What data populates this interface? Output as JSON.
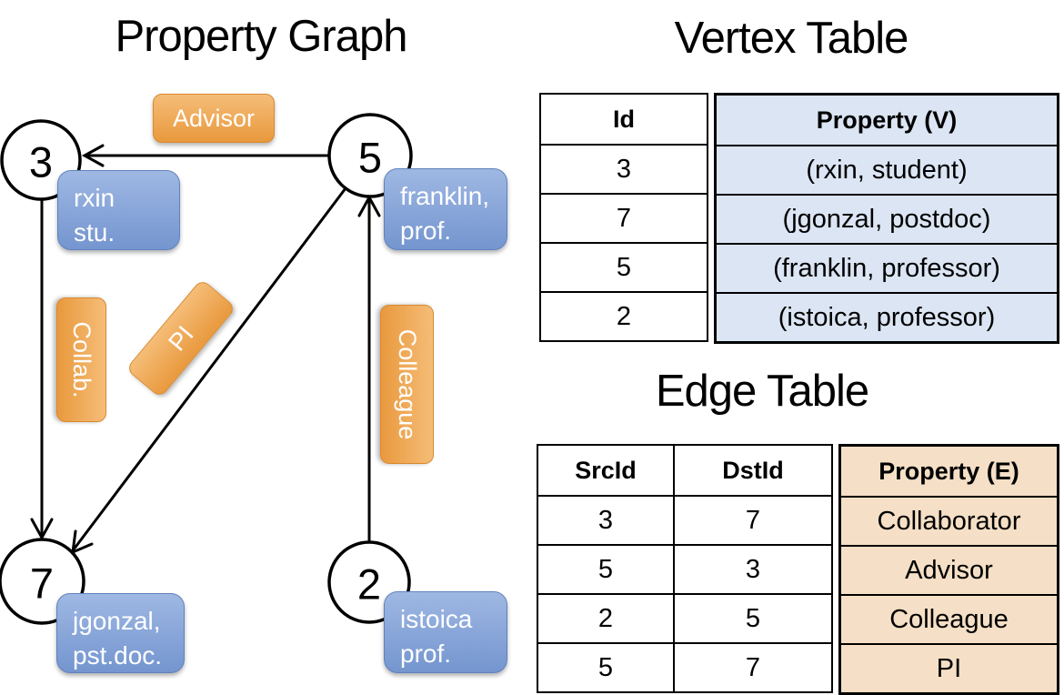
{
  "titles": {
    "graph": "Property Graph",
    "vertex": "Vertex Table",
    "edge": "Edge Table"
  },
  "graph": {
    "nodes": [
      {
        "id": "3",
        "prop1": "rxin",
        "prop2": "stu."
      },
      {
        "id": "5",
        "prop1": "franklin,",
        "prop2": "prof."
      },
      {
        "id": "7",
        "prop1": "jgonzal,",
        "prop2": "pst.doc."
      },
      {
        "id": "2",
        "prop1": "istoica",
        "prop2": "prof."
      }
    ],
    "edge_labels": [
      {
        "label": "Advisor"
      },
      {
        "label": "Collab."
      },
      {
        "label": "PI"
      },
      {
        "label": "Colleague"
      }
    ]
  },
  "vertex_table": {
    "headers": {
      "id": "Id",
      "property": "Property (V)"
    },
    "rows": [
      {
        "id": "3",
        "property": "(rxin, student)"
      },
      {
        "id": "7",
        "property": "(jgonzal, postdoc)"
      },
      {
        "id": "5",
        "property": "(franklin, professor)"
      },
      {
        "id": "2",
        "property": "(istoica, professor)"
      }
    ]
  },
  "edge_table": {
    "headers": {
      "src": "SrcId",
      "dst": "DstId",
      "property": "Property (E)"
    },
    "rows": [
      {
        "src": "3",
        "dst": "7",
        "property": "Collaborator"
      },
      {
        "src": "5",
        "dst": "3",
        "property": "Advisor"
      },
      {
        "src": "2",
        "dst": "5",
        "property": "Colleague"
      },
      {
        "src": "5",
        "dst": "7",
        "property": "PI"
      }
    ]
  },
  "colors": {
    "orange_top": "#f5bd78",
    "orange_bottom": "#e9993d",
    "orange_border": "#d8892f",
    "blue_top": "#9fb8e3",
    "blue_bottom": "#7495cf",
    "blue_border": "#5f82bd",
    "vertex_fill": "#dbe5f3",
    "edge_fill": "#f5dfc6"
  }
}
